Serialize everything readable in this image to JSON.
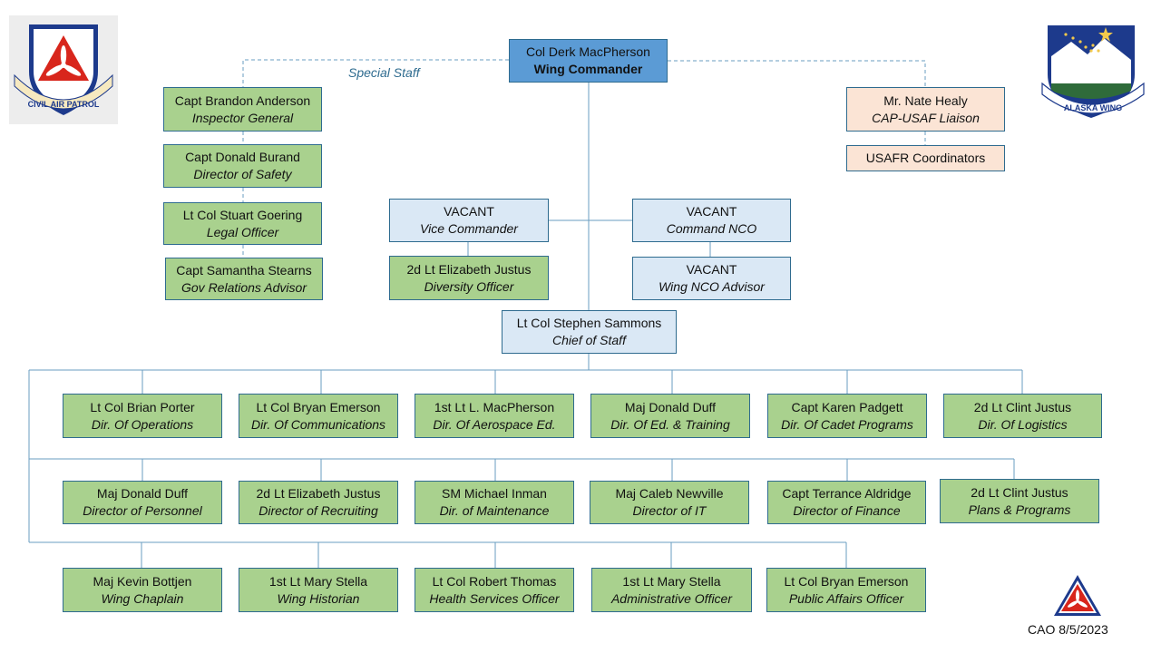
{
  "logos": {
    "cap_text": "CIVIL AIR PATROL",
    "wing_text": "ALASKA WING"
  },
  "special_staff_label": "Special Staff",
  "commander": {
    "name": "Col Derk MacPherson",
    "role": "Wing Commander"
  },
  "special_staff": [
    {
      "name": "Capt Brandon  Anderson",
      "role": "Inspector General"
    },
    {
      "name": "Capt Donald Burand",
      "role": "Director of Safety"
    },
    {
      "name": "Lt Col Stuart Goering",
      "role": "Legal Officer"
    },
    {
      "name": "Capt Samantha Stearns",
      "role": "Gov Relations Advisor"
    }
  ],
  "liaison": {
    "name": "Mr. Nate Healy",
    "role": "CAP-USAF  Liaison"
  },
  "usafr": {
    "name": "USAFR  Coordinators"
  },
  "vice_commander": {
    "name": "VACANT",
    "role": "Vice Commander"
  },
  "diversity": {
    "name": "2d Lt Elizabeth Justus",
    "role": "Diversity Officer"
  },
  "command_nco": {
    "name": "VACANT",
    "role": "Command NCO"
  },
  "wing_nco": {
    "name": "VACANT",
    "role": "Wing NCO Advisor"
  },
  "chief_of_staff": {
    "name": "Lt Col Stephen Sammons",
    "role": "Chief of Staff"
  },
  "row1": [
    {
      "name": "Lt Col Brian Porter",
      "role": "Dir. Of  Operations"
    },
    {
      "name": "Lt Col Bryan Emerson",
      "role": "Dir. Of Communications"
    },
    {
      "name": "1st Lt L. MacPherson",
      "role": "Dir. Of Aerospace Ed."
    },
    {
      "name": "Maj Donald Duff",
      "role": "Dir. Of Ed. & Training"
    },
    {
      "name": "Capt Karen Padgett",
      "role": "Dir. Of Cadet Programs"
    },
    {
      "name": "2d Lt Clint Justus",
      "role": "Dir. Of Logistics"
    }
  ],
  "row2": [
    {
      "name": "Maj Donald Duff",
      "role": "Director of Personnel"
    },
    {
      "name": "2d Lt Elizabeth Justus",
      "role": "Director of Recruiting"
    },
    {
      "name": "SM Michael Inman",
      "role": "Dir. of Maintenance"
    },
    {
      "name": "Maj Caleb Newville",
      "role": "Director of IT"
    },
    {
      "name": "Capt Terrance Aldridge",
      "role": "Director of Finance"
    },
    {
      "name": "2d Lt Clint Justus",
      "role": "Plans & Programs"
    }
  ],
  "row3": [
    {
      "name": "Maj Kevin Bottjen",
      "role": "Wing Chaplain"
    },
    {
      "name": "1st Lt Mary Stella",
      "role": "Wing Historian"
    },
    {
      "name": "Lt Col Robert Thomas",
      "role": "Health Services Officer"
    },
    {
      "name": "1st Lt Mary Stella",
      "role": "Administrative Officer"
    },
    {
      "name": "Lt Col Bryan Emerson",
      "role": "Public Affairs Officer"
    }
  ],
  "footer": {
    "date": "CAO 8/5/2023"
  },
  "colors": {
    "line": "#6a9ec0",
    "green": "#a9d18e",
    "light_blue": "#dae8f5",
    "peach": "#fbe4d5",
    "commander_blue": "#5b9bd5",
    "cap_red": "#d8261c",
    "cap_blue": "#1d3a8c"
  }
}
